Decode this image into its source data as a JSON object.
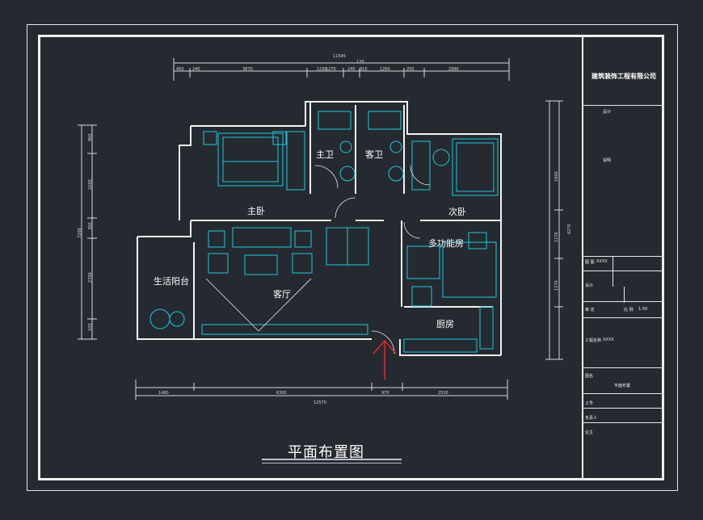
{
  "drawing": {
    "title": "平面布置图",
    "rooms": {
      "master_bedroom": "主卧",
      "master_bath": "主卫",
      "guest_bath": "客卫",
      "second_bedroom": "次卧",
      "multi_room": "多功能房",
      "living_balcony": "生活阳台",
      "living_room": "客厅",
      "kitchen": "厨房"
    },
    "dimensions": {
      "top_total": "11545",
      "top_segments": [
        "450",
        "240",
        "3870",
        "1290",
        "1270",
        "240",
        "310",
        "1260",
        "250",
        "2990"
      ],
      "top_small": "120",
      "bottom_total": "12570",
      "bottom_segments": [
        "1480",
        "6300",
        "970",
        "2530"
      ],
      "left_total": "7200",
      "left_segments": [
        "900",
        "2200",
        "300",
        "2700",
        "100"
      ],
      "right_total": "6270",
      "right_segments": [
        "1800",
        "1270",
        "1270"
      ]
    }
  },
  "title_block": {
    "company": "建筑装饰工程有限公司",
    "design": "设计",
    "note": "说明",
    "drawing_no_label": "图 图",
    "drawing_no_value": "XXXX",
    "check_label": "设计",
    "approve_label": "审 定",
    "scale_label": "比 例",
    "scale_value": "1:50",
    "project_label": "工程名称",
    "project_value": "XXXX",
    "sheet_label": "图名",
    "sheet_value": "平面布置",
    "num_label": "工号",
    "person_label": "负责人",
    "owner_label": "业主"
  }
}
